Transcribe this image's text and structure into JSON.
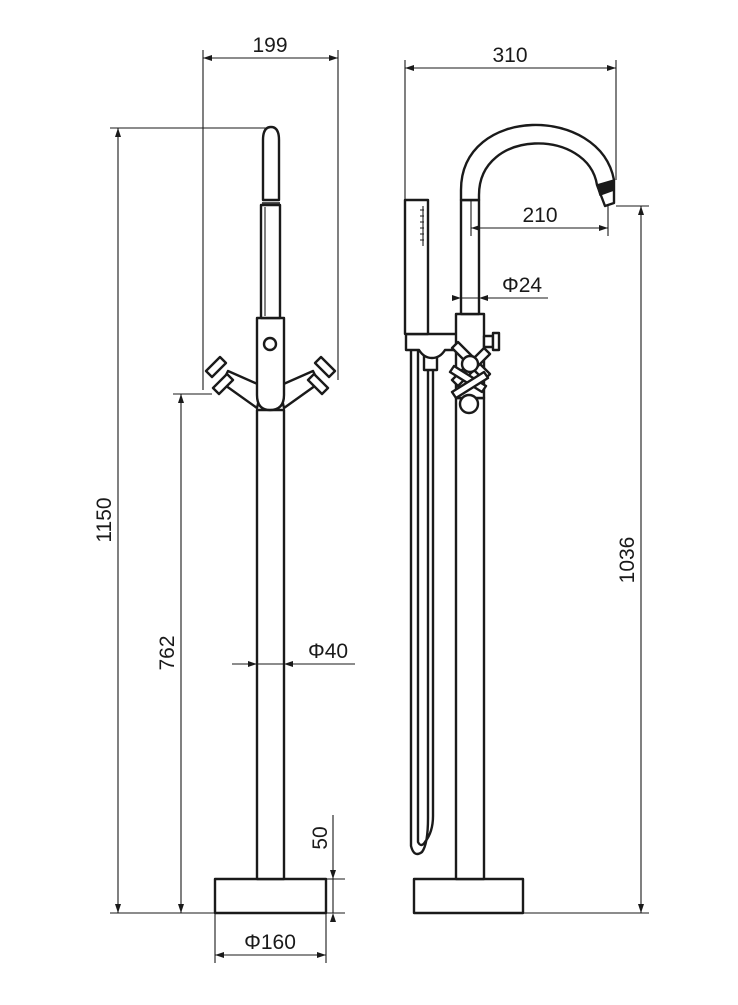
{
  "dimensions": {
    "front_width": "199",
    "front_height": "1150",
    "handle_height": "762",
    "pipe_diameter": "Φ40",
    "base_height": "50",
    "base_diameter": "Φ160",
    "side_width": "310",
    "spout_reach": "210",
    "spout_diameter": "Φ24",
    "spout_height": "1036"
  }
}
